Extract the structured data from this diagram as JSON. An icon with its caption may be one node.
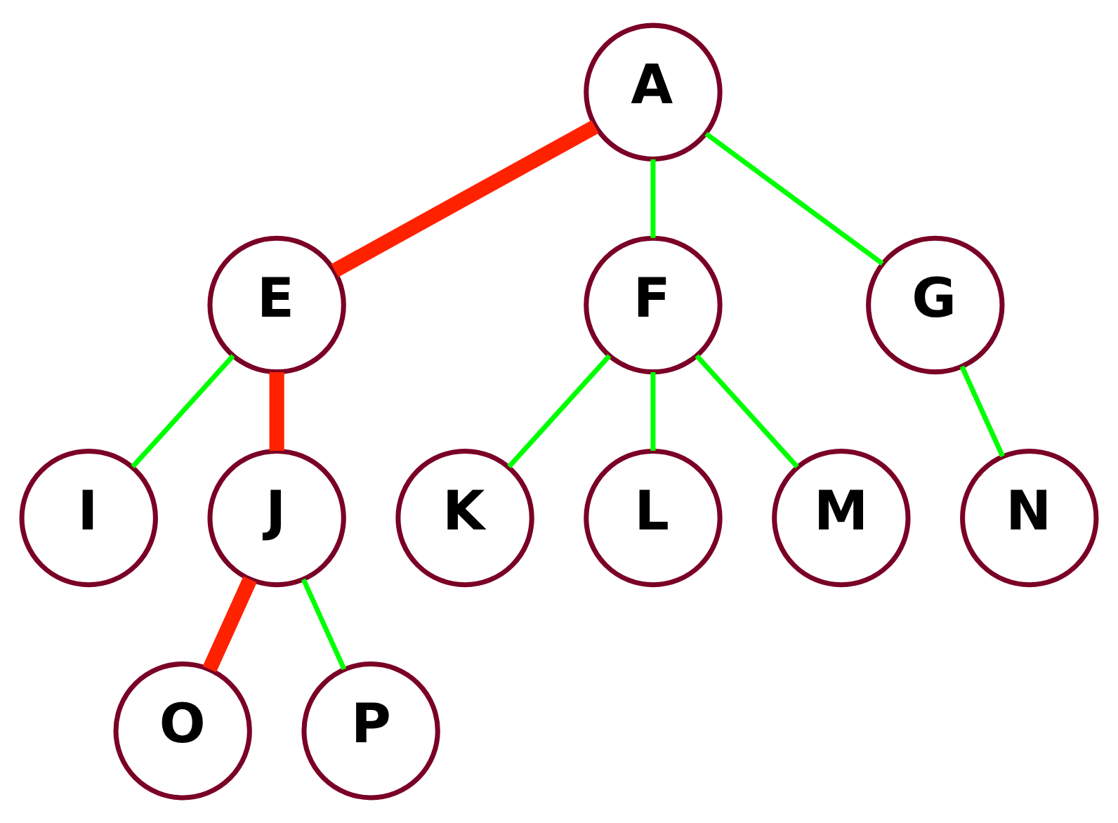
{
  "diagram": {
    "nodes": [
      {
        "text": [
          "A"
        ]
      },
      {
        "text": [
          "E"
        ]
      },
      {
        "text": [
          "F"
        ]
      },
      {
        "text": [
          "G"
        ]
      },
      {
        "text": [
          "I"
        ]
      },
      {
        "text": [
          "J"
        ]
      },
      {
        "text": [
          "K"
        ]
      },
      {
        "text": [
          "L"
        ]
      },
      {
        "text": [
          "M"
        ]
      },
      {
        "text": [
          "N"
        ]
      },
      {
        "text": [
          "O"
        ]
      },
      {
        "text": [
          "P"
        ]
      }
    ],
    "edges": [
      {
        "from": 0,
        "to": 1,
        "arrow": "none",
        "style": "thick",
        "color": "#ff2200"
      },
      {
        "from": 0,
        "to": 2,
        "arrow": "none"
      },
      {
        "from": 0,
        "to": 3,
        "arrow": "none"
      },
      {
        "from": 1,
        "to": 4,
        "arrow": "none"
      },
      {
        "from": 1,
        "to": 5,
        "arrow": "none",
        "style": "thick",
        "color": "#ff2200"
      },
      {
        "from": 2,
        "to": 6,
        "arrow": "none"
      },
      {
        "from": 2,
        "to": 7,
        "arrow": "none"
      },
      {
        "from": 2,
        "to": 8,
        "arrow": "none"
      },
      {
        "from": 3,
        "to": 9,
        "arrow": "none"
      },
      {
        "from": 5,
        "to": 10,
        "arrow": "none",
        "style": "thick",
        "color": "#ff2200"
      },
      {
        "from": 5,
        "to": 11,
        "arrow": "none"
      }
    ]
  }
}
